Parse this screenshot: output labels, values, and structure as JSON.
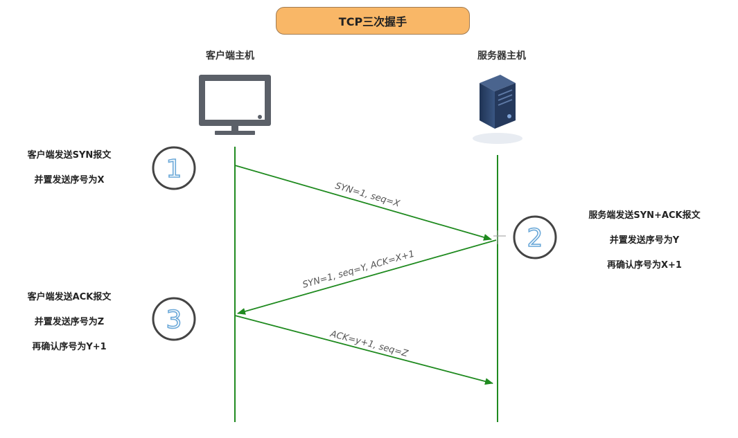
{
  "title": "TCP三次握手",
  "client": {
    "label": "客户端主机"
  },
  "server": {
    "label": "服务器主机"
  },
  "steps": [
    {
      "number": "1",
      "note_lines": [
        "客户端发送SYN报文",
        "并置发送序号为X"
      ],
      "message": "SYN=1, seq=X"
    },
    {
      "number": "2",
      "note_lines": [
        "服务端发送SYN+ACK报文",
        "并置发送序号为Y",
        "再确认序号为X+1"
      ],
      "message": "SYN=1, seq=Y, ACK=X+1"
    },
    {
      "number": "3",
      "note_lines": [
        "客户端发送ACK报文",
        "并置发送序号为Z",
        "再确认序号为Y+1"
      ],
      "message": "ACK=y+1, seq=Z"
    }
  ],
  "colors": {
    "arrow": "#1f8a1f",
    "title_bg": "#f9b767",
    "circle_digit": "#6aa8d8",
    "monitor": "#5b6068",
    "server": "#2d4468"
  }
}
